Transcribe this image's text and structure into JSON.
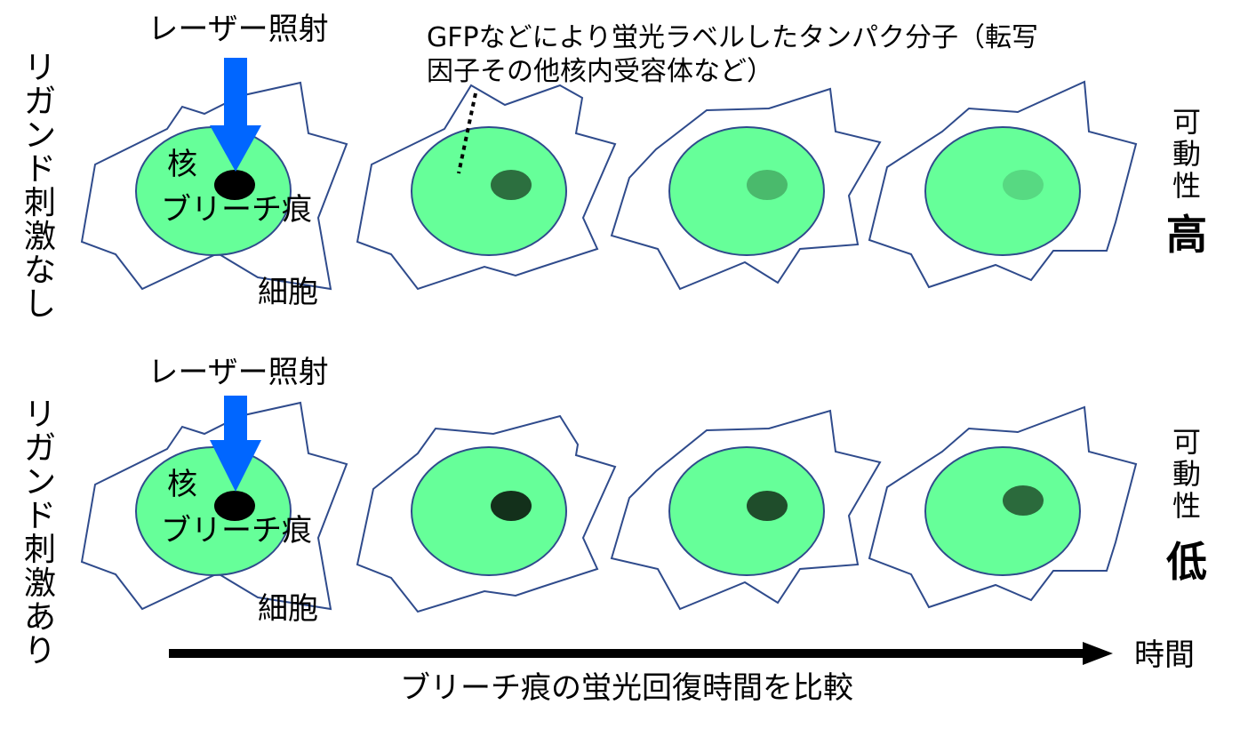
{
  "labels": {
    "laser": "レーザー照射",
    "nucleus": "核",
    "bleach_mark": "ブリーチ痕",
    "cell": "細胞",
    "gfp_note_line1": "GFPなどにより蛍光ラベルしたタンパク分子（転写",
    "gfp_note_line2": "因子その他核内受容体など）",
    "time": "時間",
    "caption": "ブリーチ痕の蛍光回復時間を比較"
  },
  "rows": [
    {
      "condition_chars": [
        "リ",
        "ガ",
        "ン",
        "ド",
        "刺",
        "激",
        "な",
        "し"
      ],
      "mobility_chars": [
        "可",
        "動",
        "性"
      ],
      "mobility_level": "高",
      "spot_colors": [
        "#000000",
        "#2c6f3f",
        "#4aba6c",
        "#57d982"
      ]
    },
    {
      "condition_chars": [
        "リ",
        "ガ",
        "ン",
        "ド",
        "刺",
        "激",
        "あ",
        "り"
      ],
      "mobility_chars": [
        "可",
        "動",
        "性"
      ],
      "mobility_level": "低",
      "spot_colors": [
        "#000000",
        "#13301b",
        "#1f4d2b",
        "#2b6a3c"
      ]
    }
  ],
  "colors": {
    "nucleus_fill": "#66ff99",
    "cell_stroke": "#2f4b8c",
    "laser_arrow": "#0066ff",
    "time_arrow": "#000000"
  }
}
